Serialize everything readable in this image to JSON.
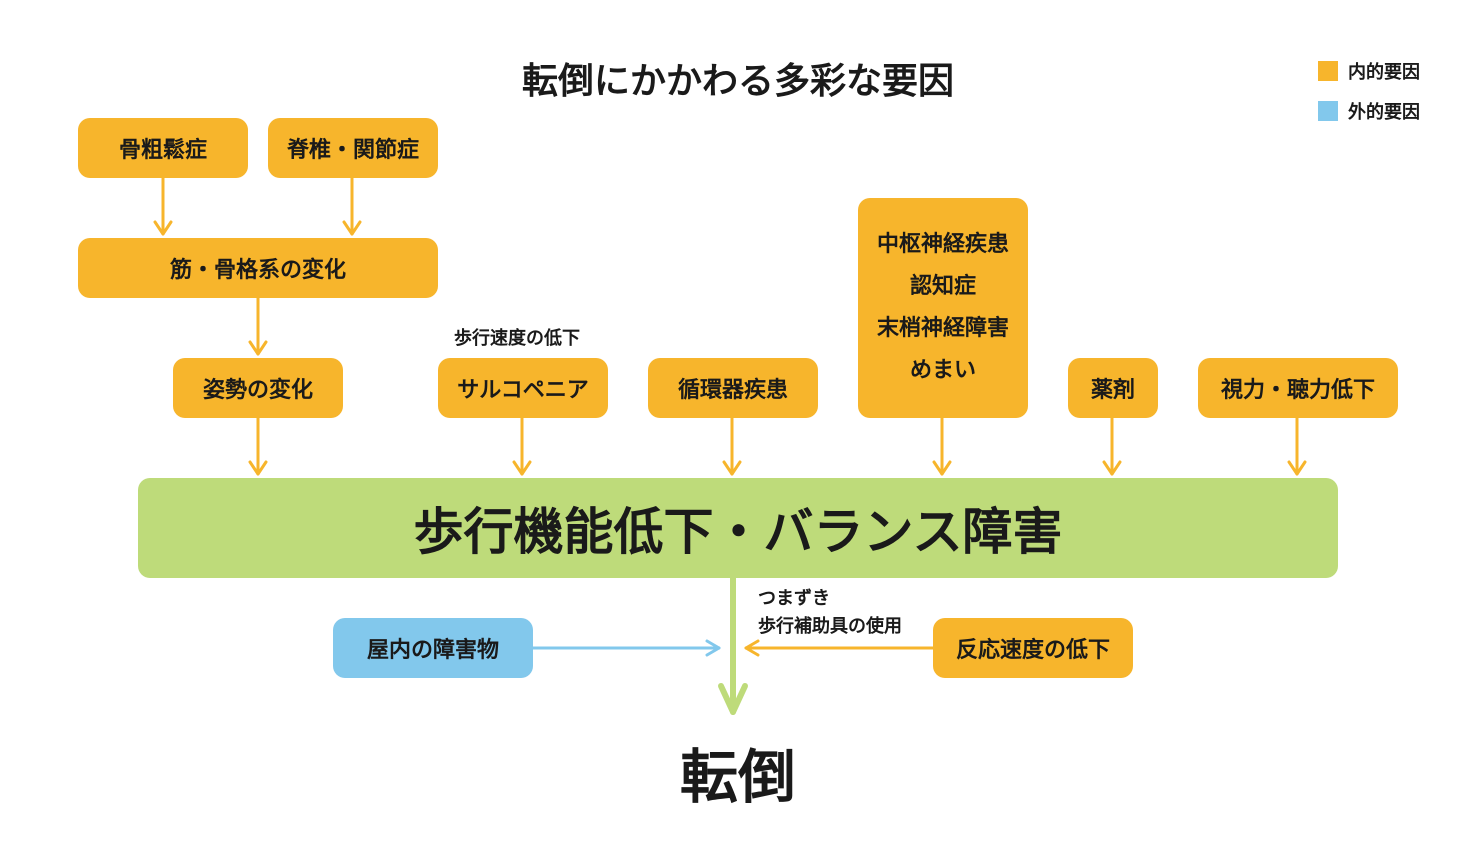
{
  "title": "転倒にかかわる多彩な要因",
  "legend": {
    "internal": {
      "label": "内的要因",
      "color": "#F7B52C"
    },
    "external": {
      "label": "外的要因",
      "color": "#82C8EC"
    }
  },
  "nodes": {
    "osteoporosis": "骨粗鬆症",
    "spine_joint": "脊椎・関節症",
    "musculoskeletal": "筋・骨格系の変化",
    "posture": "姿勢の変化",
    "sarcopenia": "サルコペニア",
    "circulatory": "循環器疾患",
    "neuro": [
      "中枢神経疾患",
      "認知症",
      "末梢神経障害",
      "めまい"
    ],
    "medication": "薬剤",
    "vision_hearing": "視力・聴力低下",
    "gait_balance": "歩行機能低下・バランス障害",
    "indoor_obstacles": "屋内の障害物",
    "reaction_speed": "反応速度の低下",
    "fall": "転倒"
  },
  "notes": {
    "walking_speed": "歩行速度の低下",
    "tripping": "つまずき",
    "walking_aid": "歩行補助具の使用"
  },
  "colors": {
    "internal": "#F7B52C",
    "external": "#82C8EC",
    "core": "#BEDB7A"
  }
}
